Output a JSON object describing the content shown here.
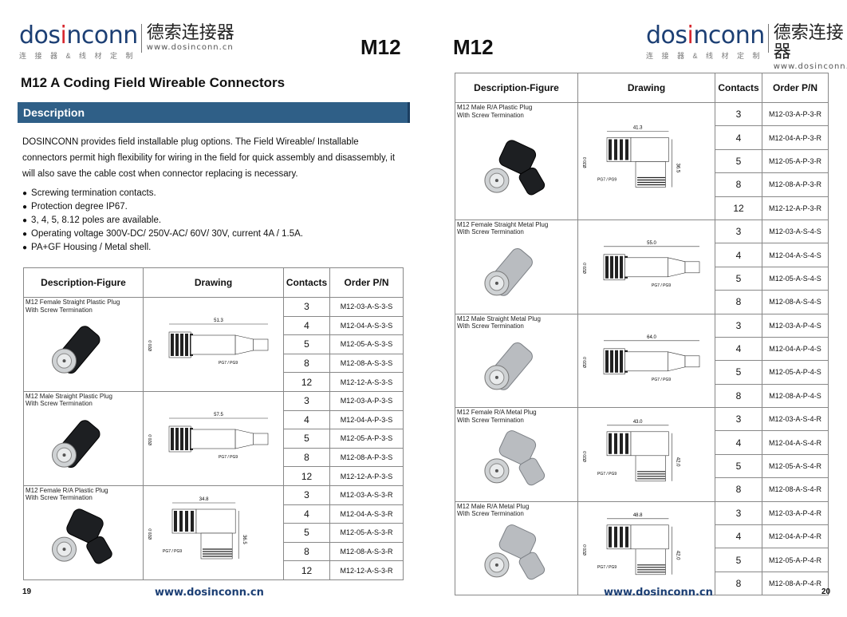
{
  "left_page": {
    "logo": {
      "brand_prefix": "dos",
      "brand_mark": "i",
      "brand_suffix": "nconn",
      "cn_name": "德索连接器",
      "cn_sub": "连 接 器 & 线 材 定 制",
      "url": "www.dosinconn.cn"
    },
    "header_code": "M12",
    "title": "M12 A Coding Field Wireable Connectors",
    "section_label": "Description",
    "intro": "DOSINCONN provides field installable plug options. The Field Wireable/ Installable connectors permit high flexibility for wiring in the field for quick assembly and disassembly, it will also save the cable cost when connector replacing is necessary.",
    "bullets": [
      "Screwing termination contacts.",
      "Protection degree IP67.",
      "3, 4, 5, 8.12 poles are available.",
      "Operating voltage 300V-DC/ 250V-AC/ 60V/ 30V, current 4A / 1.5A.",
      "PA+GF Housing / Metal shell."
    ],
    "table": {
      "headers": [
        "Description-Figure",
        "Drawing",
        "Contacts",
        "Order P/N"
      ],
      "groups": [
        {
          "label": "M12 Female Straight Plastic Plug\nWith Screw Termination",
          "dim": "51.3",
          "dim_v": "Ø20.0",
          "pg": "PG7 / PG9",
          "rows": [
            {
              "c": "3",
              "pn": "M12-03-A-S-3-S"
            },
            {
              "c": "4",
              "pn": "M12-04-A-S-3-S"
            },
            {
              "c": "5",
              "pn": "M12-05-A-S-3-S"
            },
            {
              "c": "8",
              "pn": "M12-08-A-S-3-S"
            },
            {
              "c": "12",
              "pn": "M12-12-A-S-3-S"
            }
          ]
        },
        {
          "label": "M12 Male Straight Plastic Plug\nWith Screw Termination",
          "dim": "57.5",
          "dim_v": "Ø20.0",
          "pg": "PG7 / PG9",
          "rows": [
            {
              "c": "3",
              "pn": "M12-03-A-P-3-S"
            },
            {
              "c": "4",
              "pn": "M12-04-A-P-3-S"
            },
            {
              "c": "5",
              "pn": "M12-05-A-P-3-S"
            },
            {
              "c": "8",
              "pn": "M12-08-A-P-3-S"
            },
            {
              "c": "12",
              "pn": "M12-12-A-P-3-S"
            }
          ]
        },
        {
          "label": "M12 Female R/A Plastic Plug\nWith Screw Termination",
          "dim": "34.8",
          "dim_v": "Ø20.0",
          "dim_h": "36.5",
          "pg": "PG7 / PG9",
          "rows": [
            {
              "c": "3",
              "pn": "M12-03-A-S-3-R"
            },
            {
              "c": "4",
              "pn": "M12-04-A-S-3-R"
            },
            {
              "c": "5",
              "pn": "M12-05-A-S-3-R"
            },
            {
              "c": "8",
              "pn": "M12-08-A-S-3-R"
            },
            {
              "c": "12",
              "pn": "M12-12-A-S-3-R"
            }
          ]
        }
      ]
    },
    "page_number": "19",
    "footer_url": "www.dosinconn.cn"
  },
  "right_page": {
    "logo": {
      "brand_prefix": "dos",
      "brand_mark": "i",
      "brand_suffix": "nconn",
      "cn_name": "德索连接器",
      "cn_sub": "连 接 器 & 线 材 定 制",
      "url": "www.dosinconn.cn"
    },
    "header_code": "M12",
    "table": {
      "headers": [
        "Description-Figure",
        "Drawing",
        "Contacts",
        "Order P/N"
      ],
      "groups": [
        {
          "label": "M12 Male R/A Plastic Plug\nWith Screw Termination",
          "dim": "41.3",
          "dim_v": "Ø20.0",
          "dim_h": "36.5",
          "pg": "PG7 / PG9",
          "rows": [
            {
              "c": "3",
              "pn": "M12-03-A-P-3-R"
            },
            {
              "c": "4",
              "pn": "M12-04-A-P-3-R"
            },
            {
              "c": "5",
              "pn": "M12-05-A-P-3-R"
            },
            {
              "c": "8",
              "pn": "M12-08-A-P-3-R"
            },
            {
              "c": "12",
              "pn": "M12-12-A-P-3-R"
            }
          ]
        },
        {
          "label": "M12 Female Straight Metal Plug\nWith Screw Termination",
          "dim": "55.0",
          "dim_v": "Ø20.0",
          "pg": "PG7 / PG9",
          "rows": [
            {
              "c": "3",
              "pn": "M12-03-A-S-4-S"
            },
            {
              "c": "4",
              "pn": "M12-04-A-S-4-S"
            },
            {
              "c": "5",
              "pn": "M12-05-A-S-4-S"
            },
            {
              "c": "8",
              "pn": "M12-08-A-S-4-S"
            }
          ]
        },
        {
          "label": "M12 Male Straight Metal  Plug\nWith Screw Termination",
          "dim": "64.0",
          "dim_v": "Ø20.0",
          "pg": "PG7 / PG9",
          "rows": [
            {
              "c": "3",
              "pn": "M12-03-A-P-4-S"
            },
            {
              "c": "4",
              "pn": "M12-04-A-P-4-S"
            },
            {
              "c": "5",
              "pn": "M12-05-A-P-4-S"
            },
            {
              "c": "8",
              "pn": "M12-08-A-P-4-S"
            }
          ]
        },
        {
          "label": "M12 Female R/A Metal Plug\nWith Screw Termination",
          "dim": "43.0",
          "dim_v": "Ø20.0",
          "dim_h": "42.0",
          "pg": "PG7 / PG9",
          "rows": [
            {
              "c": "3",
              "pn": "M12-03-A-S-4-R"
            },
            {
              "c": "4",
              "pn": "M12-04-A-S-4-R"
            },
            {
              "c": "5",
              "pn": "M12-05-A-S-4-R"
            },
            {
              "c": "8",
              "pn": "M12-08-A-S-4-R"
            }
          ]
        },
        {
          "label": "M12 Male R/A  Metal Plug\nWith Screw Termination",
          "dim": "48.8",
          "dim_v": "Ø20.0",
          "dim_h": "42.0",
          "pg": "PG7 / PG9",
          "rows": [
            {
              "c": "3",
              "pn": "M12-03-A-P-4-R"
            },
            {
              "c": "4",
              "pn": "M12-04-A-P-4-R"
            },
            {
              "c": "5",
              "pn": "M12-05-A-P-4-R"
            },
            {
              "c": "8",
              "pn": "M12-08-A-P-4-R"
            }
          ]
        }
      ]
    },
    "page_number": "20",
    "footer_url": "www.dosinconn.cn"
  },
  "colors": {
    "brand": "#1c3f74",
    "accent": "#d7282f",
    "section_bar": "#2f5f87"
  }
}
